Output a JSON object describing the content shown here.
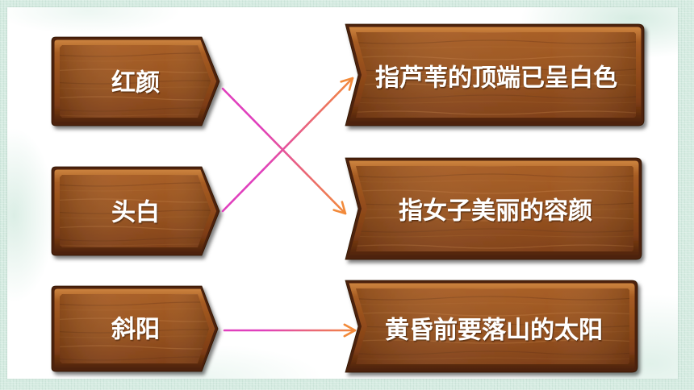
{
  "slide": {
    "terms": [
      {
        "label": "红颜"
      },
      {
        "label": "头白"
      },
      {
        "label": "斜阳"
      }
    ],
    "definitions": [
      {
        "label": "指芦苇的顶端已呈白色"
      },
      {
        "label": "指女子美丽的容颜"
      },
      {
        "label": "黄昏前要落山的太阳"
      }
    ],
    "matches": [
      {
        "term": 0,
        "definition": 1
      },
      {
        "term": 1,
        "definition": 0
      },
      {
        "term": 2,
        "definition": 2
      }
    ]
  },
  "colors": {
    "background": "#d5ebe1",
    "panel": "#ffffff",
    "wood_highlight": "#cd843f",
    "wood_light": "#a65b22",
    "wood": "#95501c",
    "wood_dark": "#7e3d14",
    "wood_edge": "#4d2309",
    "label_text": "#ffffff",
    "arrow_start": "#e040bd",
    "arrow_end": "#f28a3a"
  }
}
